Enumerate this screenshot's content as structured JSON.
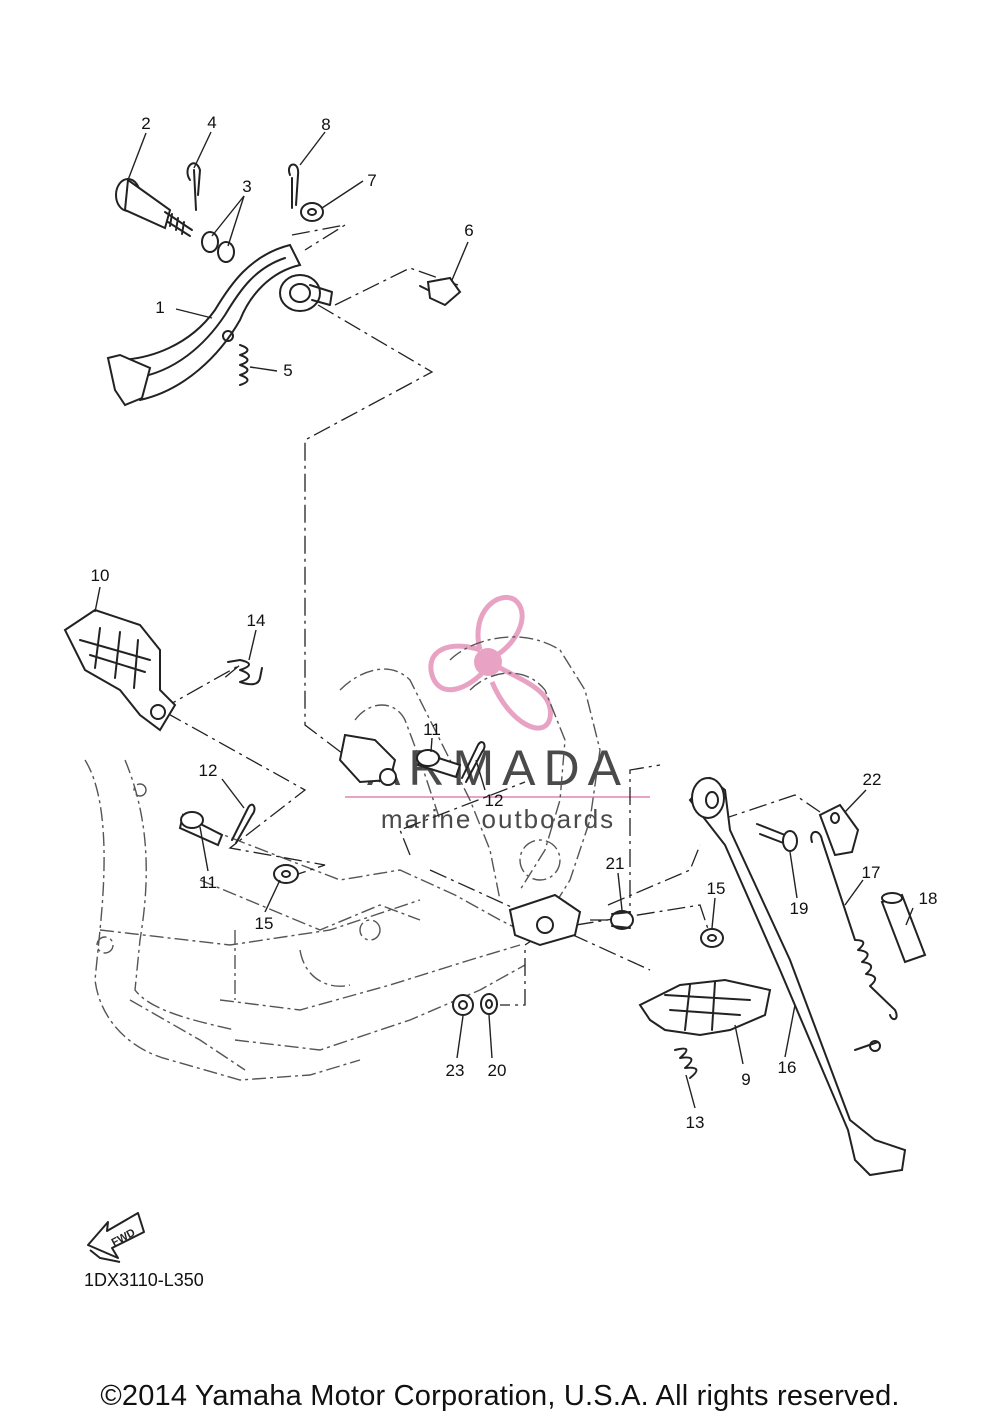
{
  "diagram": {
    "diagram_code": "1DX3110-L350",
    "copyright": "©2014 Yamaha Motor Corporation, U.S.A. All rights reserved.",
    "fwd_label": "FWD",
    "watermark": {
      "brand": "ARMADA",
      "tagline": "marine outboards",
      "logo_color": "#e8a3c4",
      "text_color": "#4a4a4a"
    },
    "callouts": [
      "1",
      "2",
      "3",
      "4",
      "5",
      "6",
      "7",
      "8",
      "9",
      "10",
      "11",
      "11",
      "12",
      "12",
      "13",
      "14",
      "15",
      "15",
      "16",
      "17",
      "18",
      "19",
      "20",
      "21",
      "22",
      "23"
    ]
  }
}
